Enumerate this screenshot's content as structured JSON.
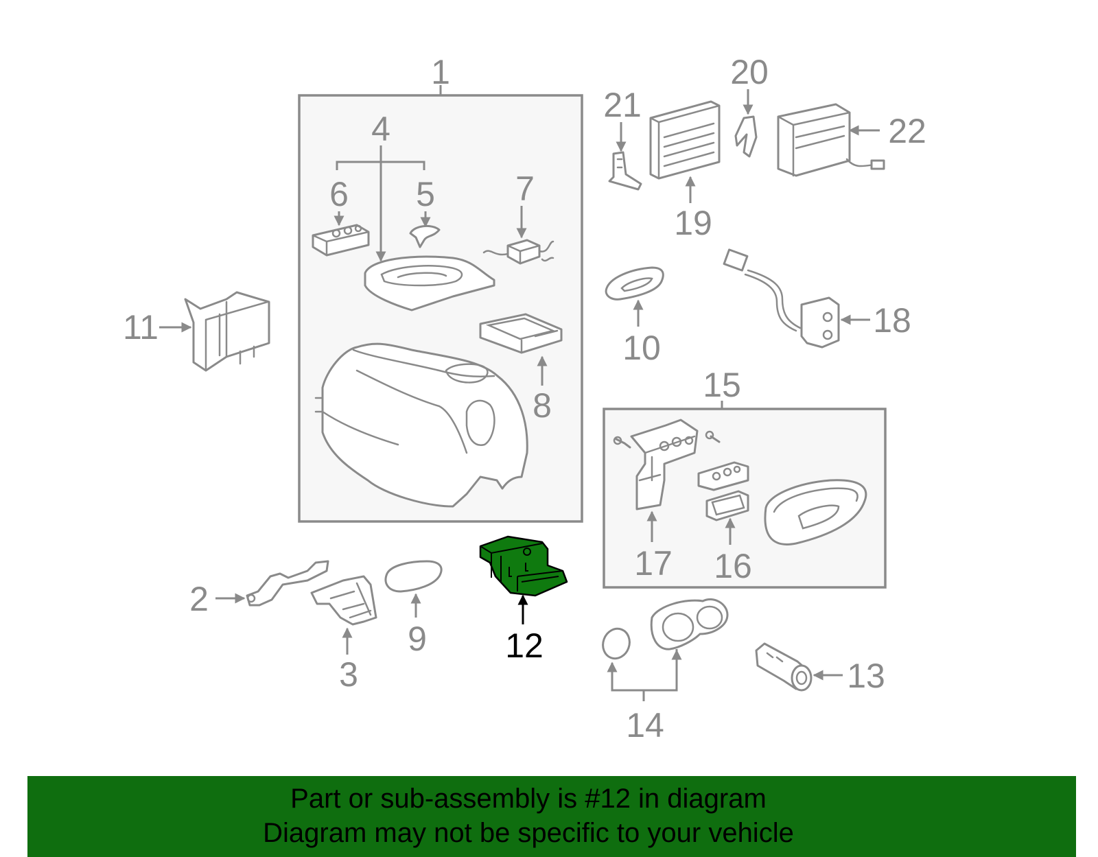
{
  "diagram": {
    "callouts": [
      {
        "id": "1",
        "label": "1"
      },
      {
        "id": "2",
        "label": "2"
      },
      {
        "id": "3",
        "label": "3"
      },
      {
        "id": "4",
        "label": "4"
      },
      {
        "id": "5",
        "label": "5"
      },
      {
        "id": "6",
        "label": "6"
      },
      {
        "id": "7",
        "label": "7"
      },
      {
        "id": "8",
        "label": "8"
      },
      {
        "id": "9",
        "label": "9"
      },
      {
        "id": "10",
        "label": "10"
      },
      {
        "id": "11",
        "label": "11"
      },
      {
        "id": "12",
        "label": "12"
      },
      {
        "id": "13",
        "label": "13"
      },
      {
        "id": "14",
        "label": "14"
      },
      {
        "id": "15",
        "label": "15"
      },
      {
        "id": "16",
        "label": "16"
      },
      {
        "id": "17",
        "label": "17"
      },
      {
        "id": "18",
        "label": "18"
      },
      {
        "id": "19",
        "label": "19"
      },
      {
        "id": "20",
        "label": "20"
      },
      {
        "id": "21",
        "label": "21"
      },
      {
        "id": "22",
        "label": "22"
      }
    ],
    "highlighted_part": "12",
    "colors": {
      "line": "#8a8a8a",
      "highlight_fill": "#0f7a0f",
      "footer_bg": "#0f6e0f",
      "box_fill": "#f7f7f7"
    }
  },
  "footer": {
    "line1": "Part or sub-assembly is #12 in diagram",
    "line2": "Diagram may not be specific to your vehicle"
  }
}
